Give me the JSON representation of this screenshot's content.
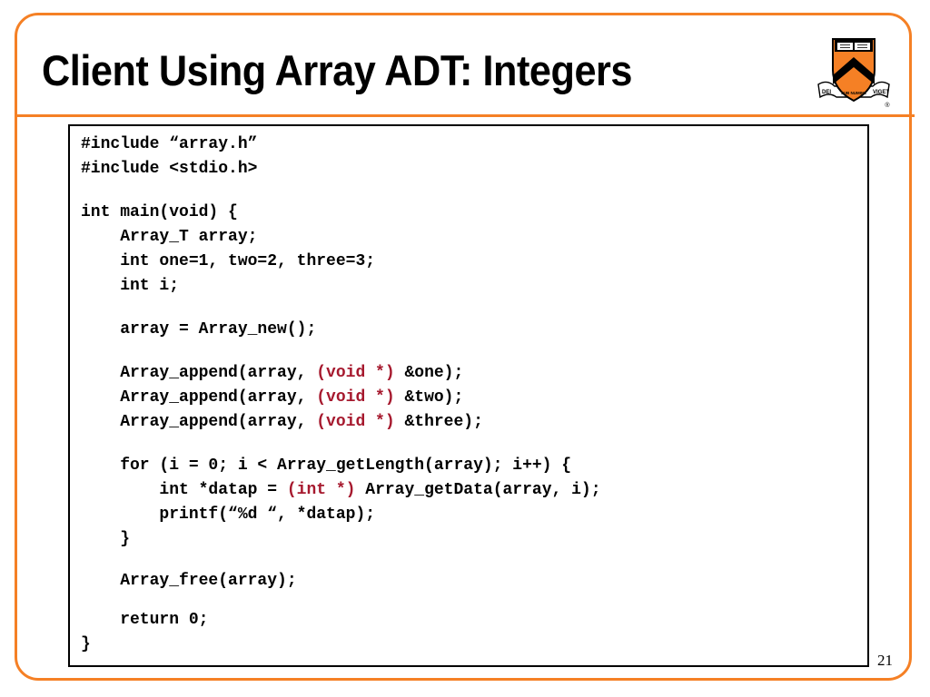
{
  "slide": {
    "title": "Client Using Array ADT: Integers",
    "page_number": "21"
  },
  "logo": {
    "icon": "princeton-shield-icon",
    "motto_left": "DEI",
    "motto_middle": "SUB NUMINE",
    "motto_right": "VIGET",
    "registered_mark": "®",
    "colors": {
      "shield": "#f58025",
      "chevron": "#000000"
    }
  },
  "colors": {
    "accent": "#f58025",
    "cast_keyword": "#a6192e"
  },
  "code": {
    "l1": "#include “array.h”",
    "l2": "#include <stdio.h>",
    "l3": "int main(void) {",
    "l4": "    Array_T array;",
    "l5": "    int one=1, two=2, three=3;",
    "l6": "    int i;",
    "l7": "    array = Array_new();",
    "l8_pre": "    Array_append(array, ",
    "l8_cast": "(void *)",
    "l8_post": " &one);",
    "l9_pre": "    Array_append(array, ",
    "l9_cast": "(void *)",
    "l9_post": " &two);",
    "l10_pre": "    Array_append(array, ",
    "l10_cast": "(void *)",
    "l10_post": " &three);",
    "l11": "    for (i = 0; i < Array_getLength(array); i++) {",
    "l12_pre": "        int *datap = ",
    "l12_cast": "(int *)",
    "l12_post": " Array_getData(array, i);",
    "l13": "        printf(“%d “, *datap);",
    "l14": "    }",
    "l15": "    Array_free(array);",
    "l16": "    return 0;",
    "l17": "}"
  }
}
